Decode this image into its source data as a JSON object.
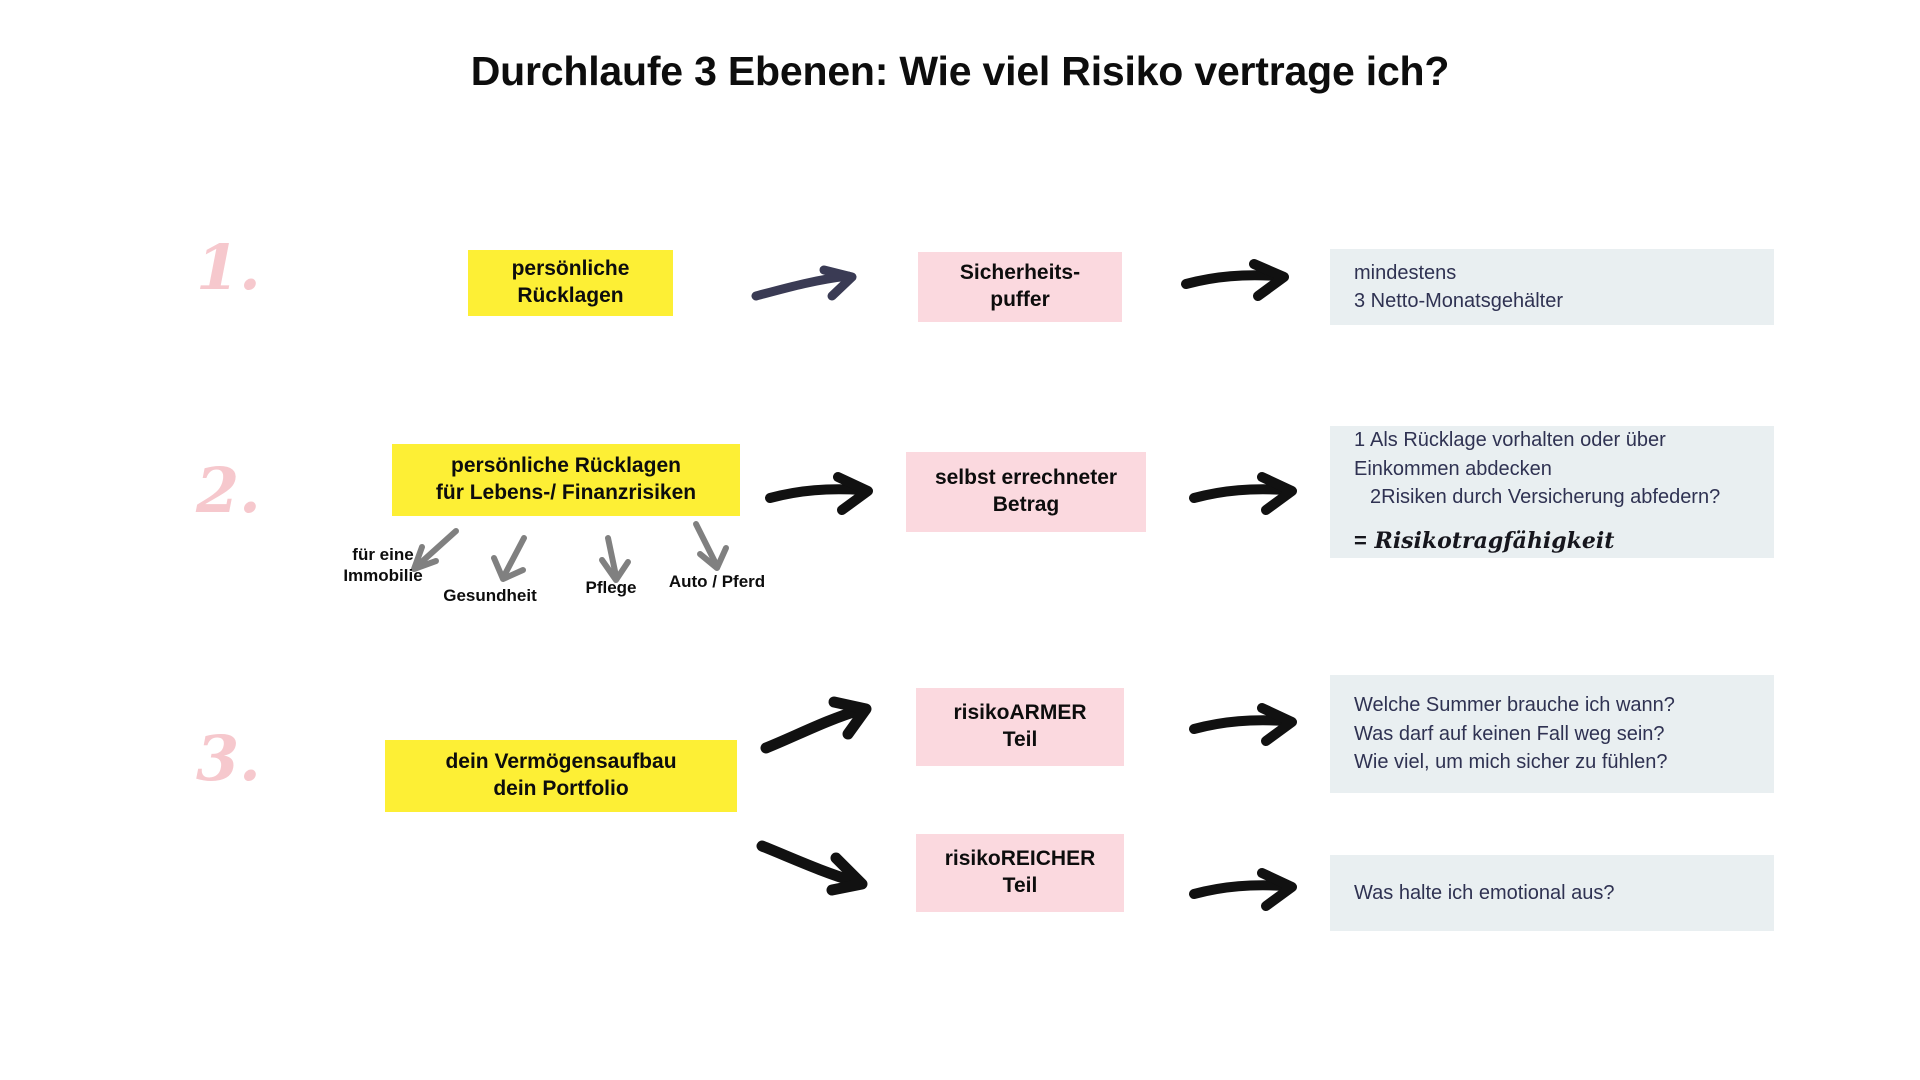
{
  "page": {
    "title": "Durchlaufe 3 Ebenen: Wie viel Risiko vertrage ich?",
    "background": "#ffffff"
  },
  "colors": {
    "yellow": "#fdef35",
    "pink": "#fbd9df",
    "blue": "#e9eff1",
    "number_pink": "#f6c8cd",
    "ink": "#0d0d0d",
    "navy_text": "#2f3252",
    "arrow_black": "#111111",
    "arrow_navy": "#3a3b54",
    "arrow_grey": "#808080"
  },
  "steps": [
    {
      "number": "1.",
      "source_label": "persönliche\nRücklagen",
      "source_line1": "persönliche",
      "source_line2": "Rücklagen",
      "middle_line1": "Sicherheits-",
      "middle_line2": "puffer",
      "result_line1": "mindestens",
      "result_line2": "3 Netto-Monatsgehälter"
    },
    {
      "number": "2.",
      "source_line1": "persönliche Rücklagen",
      "source_line2": "für Lebens-/ Finanzrisiken",
      "middle_line1": "selbst errechneter",
      "middle_line2": "Betrag",
      "result_items": [
        {
          "index": "1",
          "text": "Als Rücklage vorhalten oder über"
        },
        {
          "index": "",
          "text": "Einkommen abdecken"
        },
        {
          "index": "2",
          "text": "Risiken durch Versicherung abfedern?"
        }
      ],
      "result_conclusion_eq": "=",
      "result_conclusion": "Risikotragfähigkeit",
      "sublabels": [
        "für eine\nImmobilie",
        "Gesundheit",
        "Pflege",
        "Auto / Pferd"
      ],
      "sublabel_parts": [
        {
          "line1": "für eine",
          "line2": "Immobilie"
        },
        {
          "line1": "Gesundheit",
          "line2": ""
        },
        {
          "line1": "Pflege",
          "line2": ""
        },
        {
          "line1": "Auto / Pferd",
          "line2": ""
        }
      ]
    },
    {
      "number": "3.",
      "source_line1": "dein Vermögensaufbau",
      "source_line2": "dein Portfolio",
      "branches": [
        {
          "middle_line1": "risikoARMER",
          "middle_line2": "Teil",
          "result_lines": [
            "Welche Summer brauche ich wann?",
            "Was darf auf keinen Fall weg sein?",
            "Wie viel, um mich sicher zu fühlen?"
          ]
        },
        {
          "middle_line1": "risikoREICHER",
          "middle_line2": "Teil",
          "result_lines": [
            "Was halte ich emotional aus?"
          ]
        }
      ]
    }
  ],
  "icons": {
    "arrow_right": "arrow-right-icon",
    "arrow_down_left": "arrow-down-left-icon",
    "arrow_down": "arrow-down-icon",
    "arrow_up_right": "arrow-up-right-icon",
    "arrow_down_right": "arrow-down-right-icon"
  }
}
